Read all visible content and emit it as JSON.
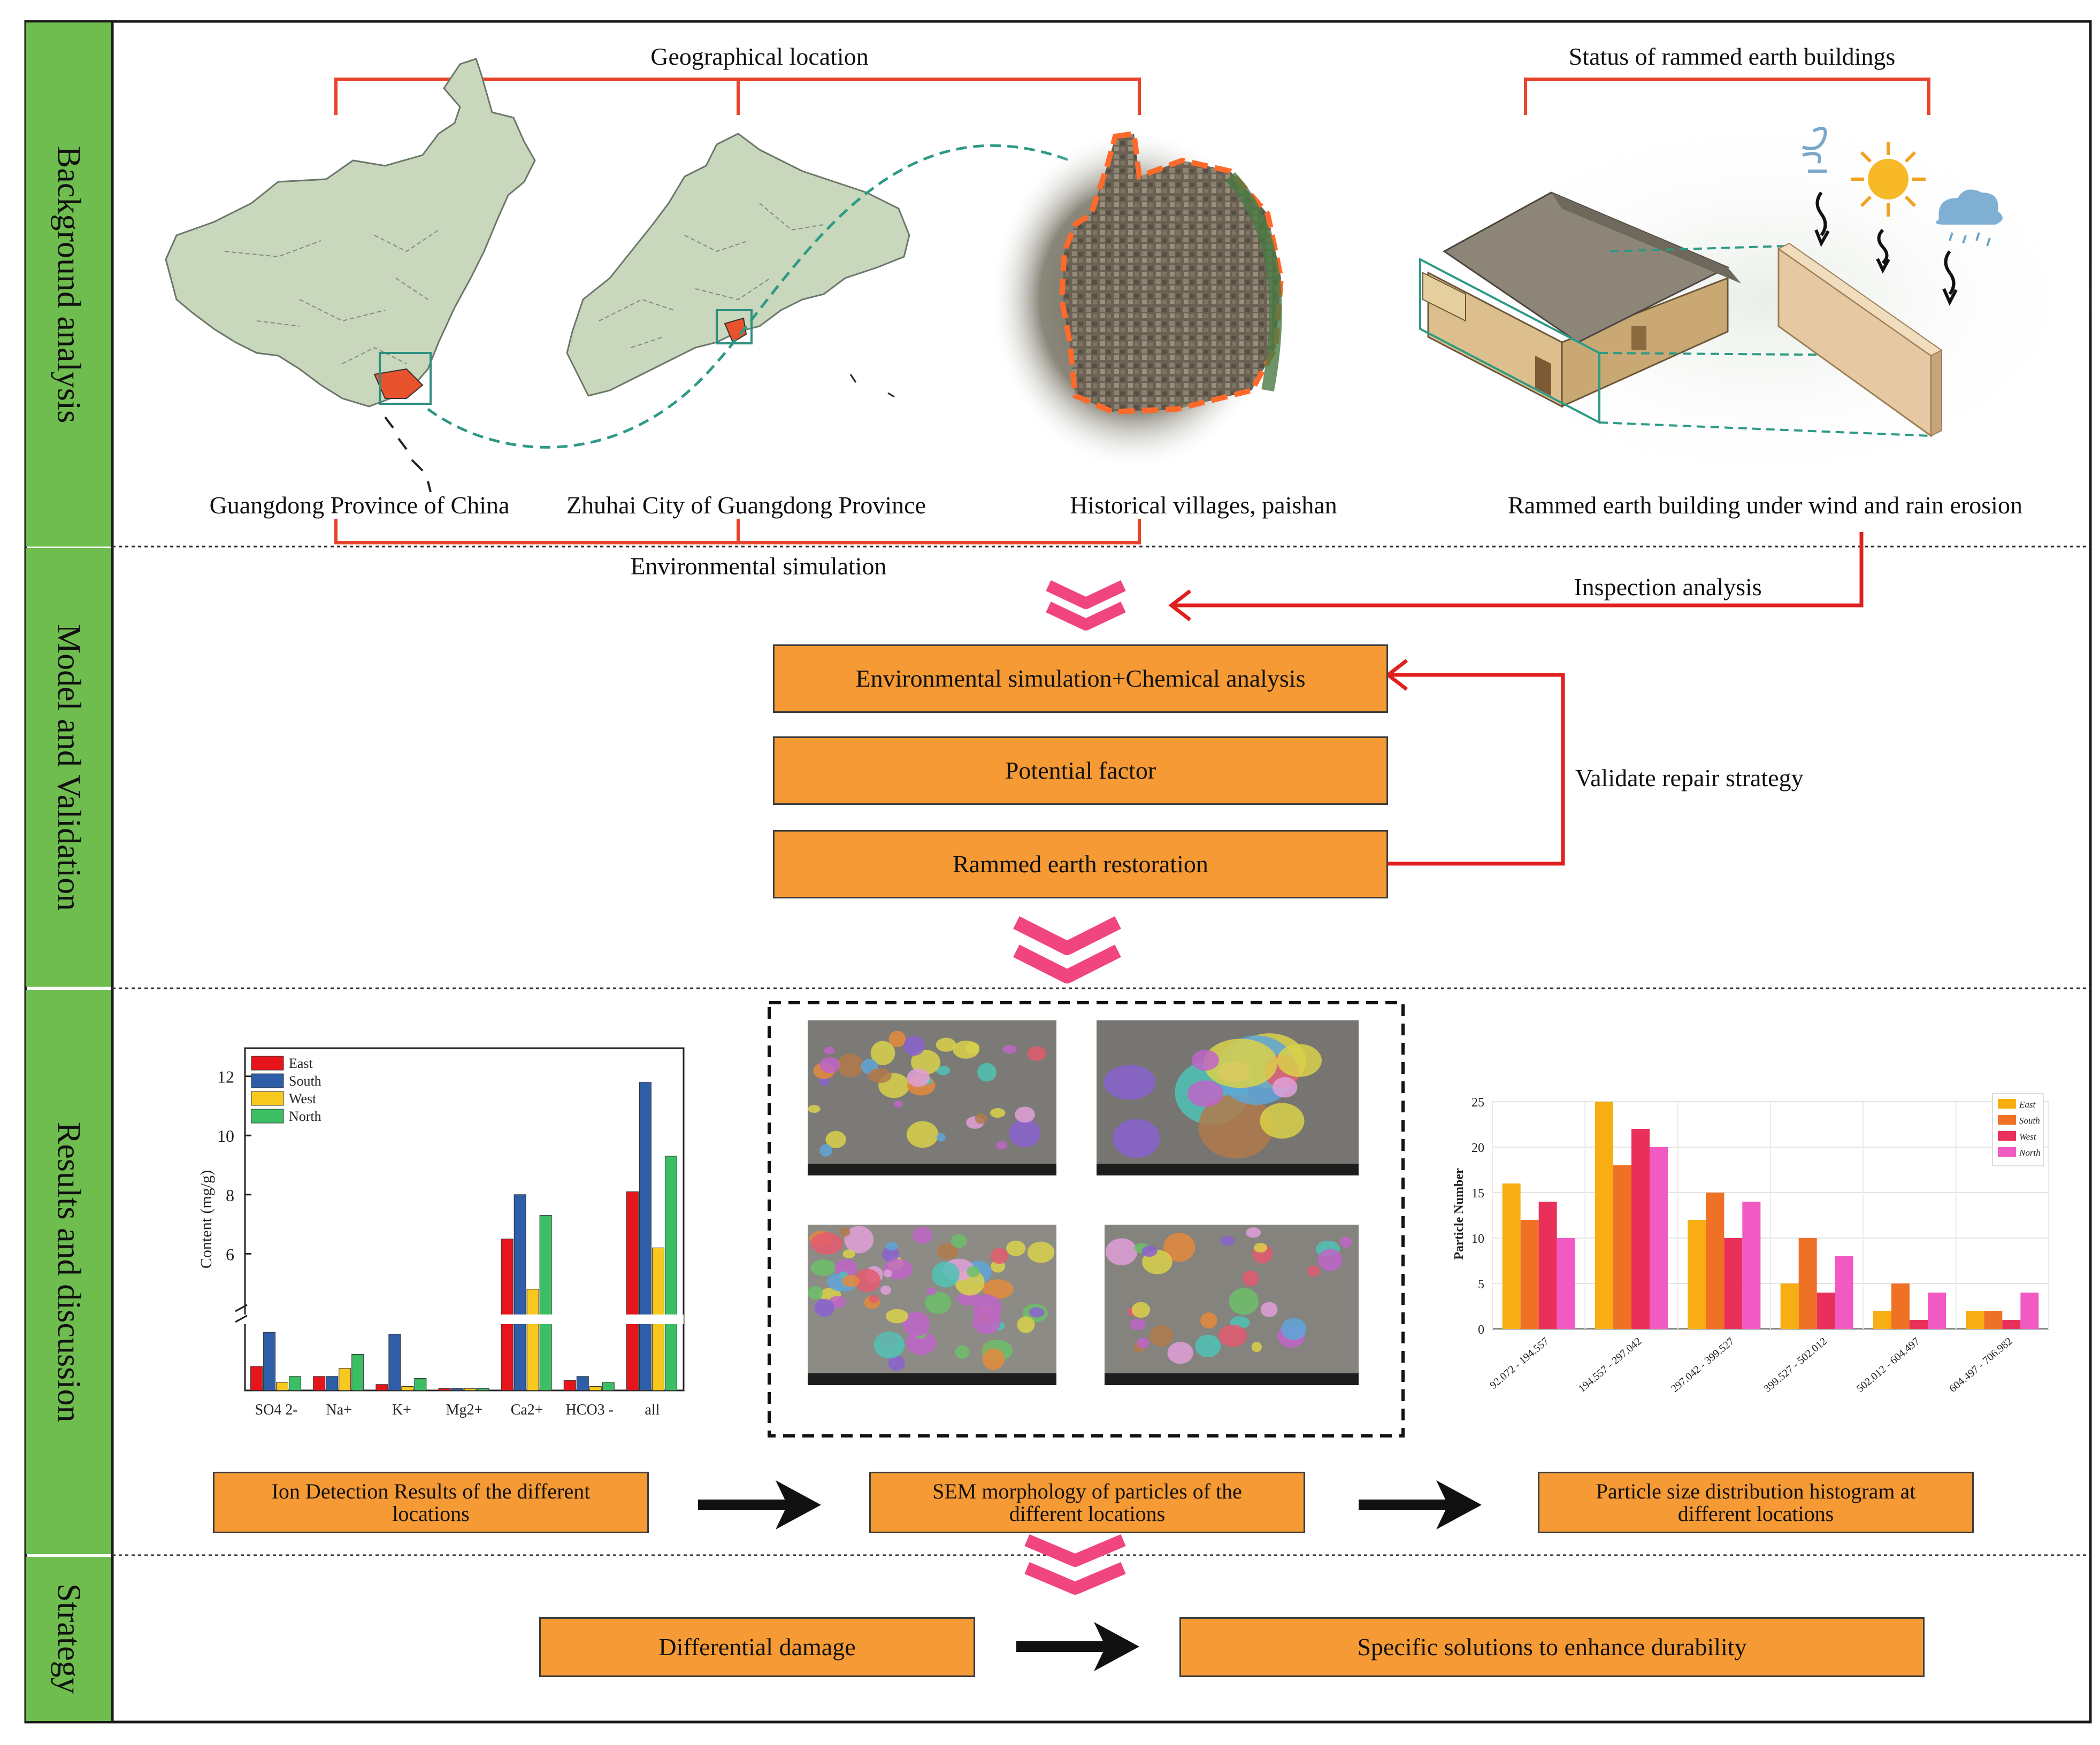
{
  "sections": {
    "background": "Background analysis",
    "model": "Model and Validation",
    "results": "Results and discussion",
    "strategy": "Strategy"
  },
  "background": {
    "geo_title": "Geographical location",
    "status_title": "Status of rammed earth buildings",
    "map_china": "Guangdong Province of China",
    "map_guangdong": "Zhuhai City of Guangdong Province",
    "map_village": "Historical villages, paishan",
    "building": "Rammed earth building under wind and rain erosion",
    "env_sim": "Environmental simulation",
    "inspection": "Inspection analysis"
  },
  "model": {
    "box1": "Environmental simulation+Chemical analysis",
    "box2": "Potential factor",
    "box3": "Rammed earth restoration",
    "validate": "Validate repair strategy"
  },
  "results": {
    "box_ion": "Ion Detection Results of the different locations",
    "box_sem": "SEM morphology of particles of the different locations",
    "box_psd": "Particle size distribution histogram at different locations"
  },
  "strategy": {
    "box1": "Differential damage",
    "box2": "Specific solutions to enhance durability"
  },
  "colors": {
    "section_green": "#6fbd4f",
    "box_orange": "#f59a34",
    "bracket_red": "#e8442c",
    "chevron_pink": "#f0457e",
    "arrow_red": "#e0201e"
  },
  "chart_data": [
    {
      "type": "bar",
      "categories": [
        "SO4 2-",
        "Na+",
        "K+",
        "Mg2+",
        "Ca2+",
        "HCO3 -",
        "all"
      ],
      "ylabel": "Content (mg/g)",
      "yticks": [
        6,
        8,
        10,
        12
      ],
      "axis_break": true,
      "series": [
        {
          "name": "East",
          "color": "#e8141c",
          "values": [
            0.6,
            0.35,
            0.15,
            0.05,
            6.5,
            0.25,
            8.1
          ]
        },
        {
          "name": "South",
          "color": "#2e5ea8",
          "values": [
            1.45,
            0.35,
            1.4,
            0.05,
            8.0,
            0.35,
            11.8
          ]
        },
        {
          "name": "West",
          "color": "#f7c81e",
          "values": [
            0.2,
            0.55,
            0.1,
            0.05,
            4.8,
            0.1,
            6.2
          ]
        },
        {
          "name": "North",
          "color": "#3cbf64",
          "values": [
            0.35,
            0.9,
            0.3,
            0.05,
            7.3,
            0.2,
            9.3
          ]
        }
      ],
      "legend": "top-left"
    },
    {
      "type": "bar",
      "categories": [
        "92.072 - 194.557",
        "194.557 - 297.042",
        "297.042 - 399.527",
        "399.527 - 502.012",
        "502.012 - 604.497",
        "604.497 - 706.982"
      ],
      "ylabel": "Particle Number",
      "ylim": [
        0,
        25
      ],
      "yticks": [
        0,
        5,
        10,
        15,
        20,
        25
      ],
      "grid": true,
      "series": [
        {
          "name": "East",
          "color": "#f8ae12",
          "values": [
            16,
            25,
            12,
            5,
            2,
            2
          ]
        },
        {
          "name": "South",
          "color": "#ef7126",
          "values": [
            12,
            18,
            15,
            10,
            5,
            2
          ]
        },
        {
          "name": "West",
          "color": "#e8305a",
          "values": [
            14,
            22,
            10,
            4,
            1,
            1
          ]
        },
        {
          "name": "North",
          "color": "#f25ac3",
          "values": [
            10,
            20,
            14,
            8,
            4,
            4
          ]
        }
      ],
      "legend": "top-right"
    }
  ]
}
